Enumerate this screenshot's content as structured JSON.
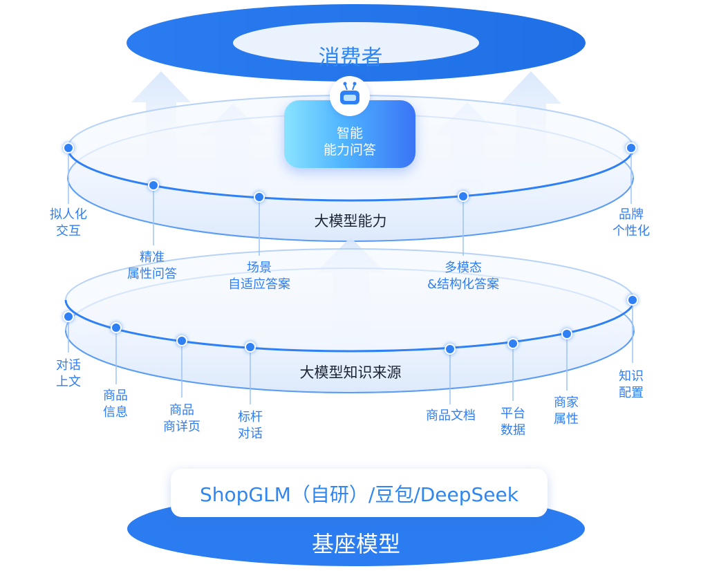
{
  "top": {
    "label": "消费者"
  },
  "bottom": {
    "label": "基座模型"
  },
  "assistant": {
    "line1": "智能",
    "line2": "能力问答",
    "icon": "robot-icon"
  },
  "upper_layer": {
    "title": "大模型能力",
    "capabilities": [
      {
        "id": "humanlike",
        "line1": "拟人化",
        "line2": "交互"
      },
      {
        "id": "precise",
        "line1": "精准",
        "line2": "属性问答"
      },
      {
        "id": "scenario",
        "line1": "场景",
        "line2": "自适应答案"
      },
      {
        "id": "multimodal",
        "line1": "多模态",
        "line2": "&结构化答案"
      },
      {
        "id": "brand",
        "line1": "品牌",
        "line2": "个性化"
      }
    ]
  },
  "lower_layer": {
    "title": "大模型知识来源",
    "sources": [
      {
        "id": "context",
        "line1": "对话",
        "line2": "上文"
      },
      {
        "id": "product-info",
        "line1": "商品",
        "line2": "信息"
      },
      {
        "id": "detail-page",
        "line1": "商品",
        "line2": "商详页"
      },
      {
        "id": "benchmark",
        "line1": "标杆",
        "line2": "对话"
      },
      {
        "id": "product-docs",
        "line1": "商品文档",
        "line2": ""
      },
      {
        "id": "platform-data",
        "line1": "平台",
        "line2": "数据"
      },
      {
        "id": "merchant-attr",
        "line1": "商家",
        "line2": "属性"
      },
      {
        "id": "knowledge-config",
        "line1": "知识",
        "line2": "配置"
      }
    ]
  },
  "model_card": {
    "text": "ShopGLM（自研）/豆包/DeepSeek"
  },
  "colors": {
    "accent": "#2f80f5",
    "deep": "#1a73e8",
    "light": "#dbe9fd",
    "text_dark": "#1d2433"
  }
}
